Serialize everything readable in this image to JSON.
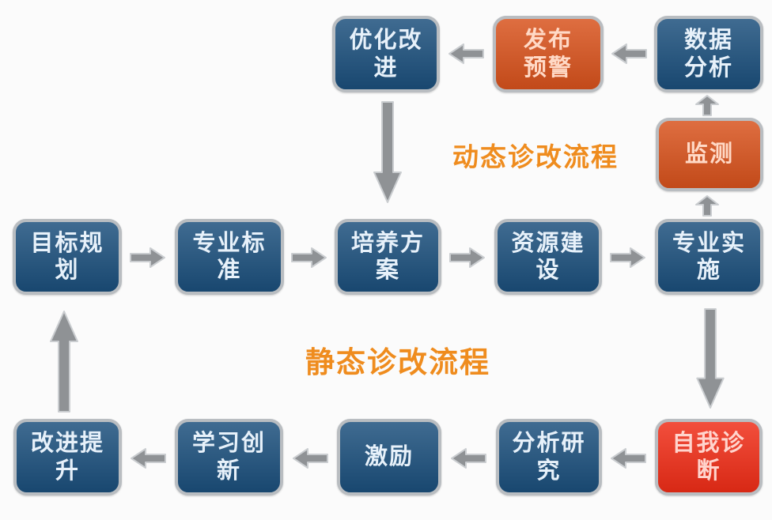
{
  "page": {
    "background": "#fbfbfb"
  },
  "diagram": {
    "title_labels": {
      "dynamic_process": "动态诊改流程",
      "static_process": "静态诊改流程"
    },
    "colors": {
      "node_blue": "#1b4f7c",
      "node_orange": "#d8521c",
      "node_red": "#f02d17",
      "node_border": "#b9bdc1",
      "arrow_fill": "#8f9295",
      "arrow_outline": "#cacdd0",
      "process_label_orange": "#ef8c1e"
    },
    "nodes": [
      {
        "id": "optimize-improve",
        "label": "优化改\n进",
        "color": "blue"
      },
      {
        "id": "publish-warning",
        "label": "发布\n预警",
        "color": "orange"
      },
      {
        "id": "data-analysis",
        "label": "数据\n分析",
        "color": "blue"
      },
      {
        "id": "monitoring",
        "label": "监测",
        "color": "orange"
      },
      {
        "id": "goal-planning",
        "label": "目标规\n划",
        "color": "blue"
      },
      {
        "id": "professional-standards",
        "label": "专业标\n准",
        "color": "blue"
      },
      {
        "id": "training-program",
        "label": "培养方\n案",
        "color": "blue"
      },
      {
        "id": "resource-construction",
        "label": "资源建\n设",
        "color": "blue"
      },
      {
        "id": "professional-implementation",
        "label": "专业实\n施",
        "color": "blue"
      },
      {
        "id": "improve-promote",
        "label": "改进提\n升",
        "color": "blue"
      },
      {
        "id": "learning-innovation",
        "label": "学习创\n新",
        "color": "blue"
      },
      {
        "id": "incentive",
        "label": "激励",
        "color": "blue"
      },
      {
        "id": "analysis-research",
        "label": "分析研\n究",
        "color": "blue"
      },
      {
        "id": "self-diagnosis",
        "label": "自我诊\n断",
        "color": "red"
      }
    ]
  }
}
